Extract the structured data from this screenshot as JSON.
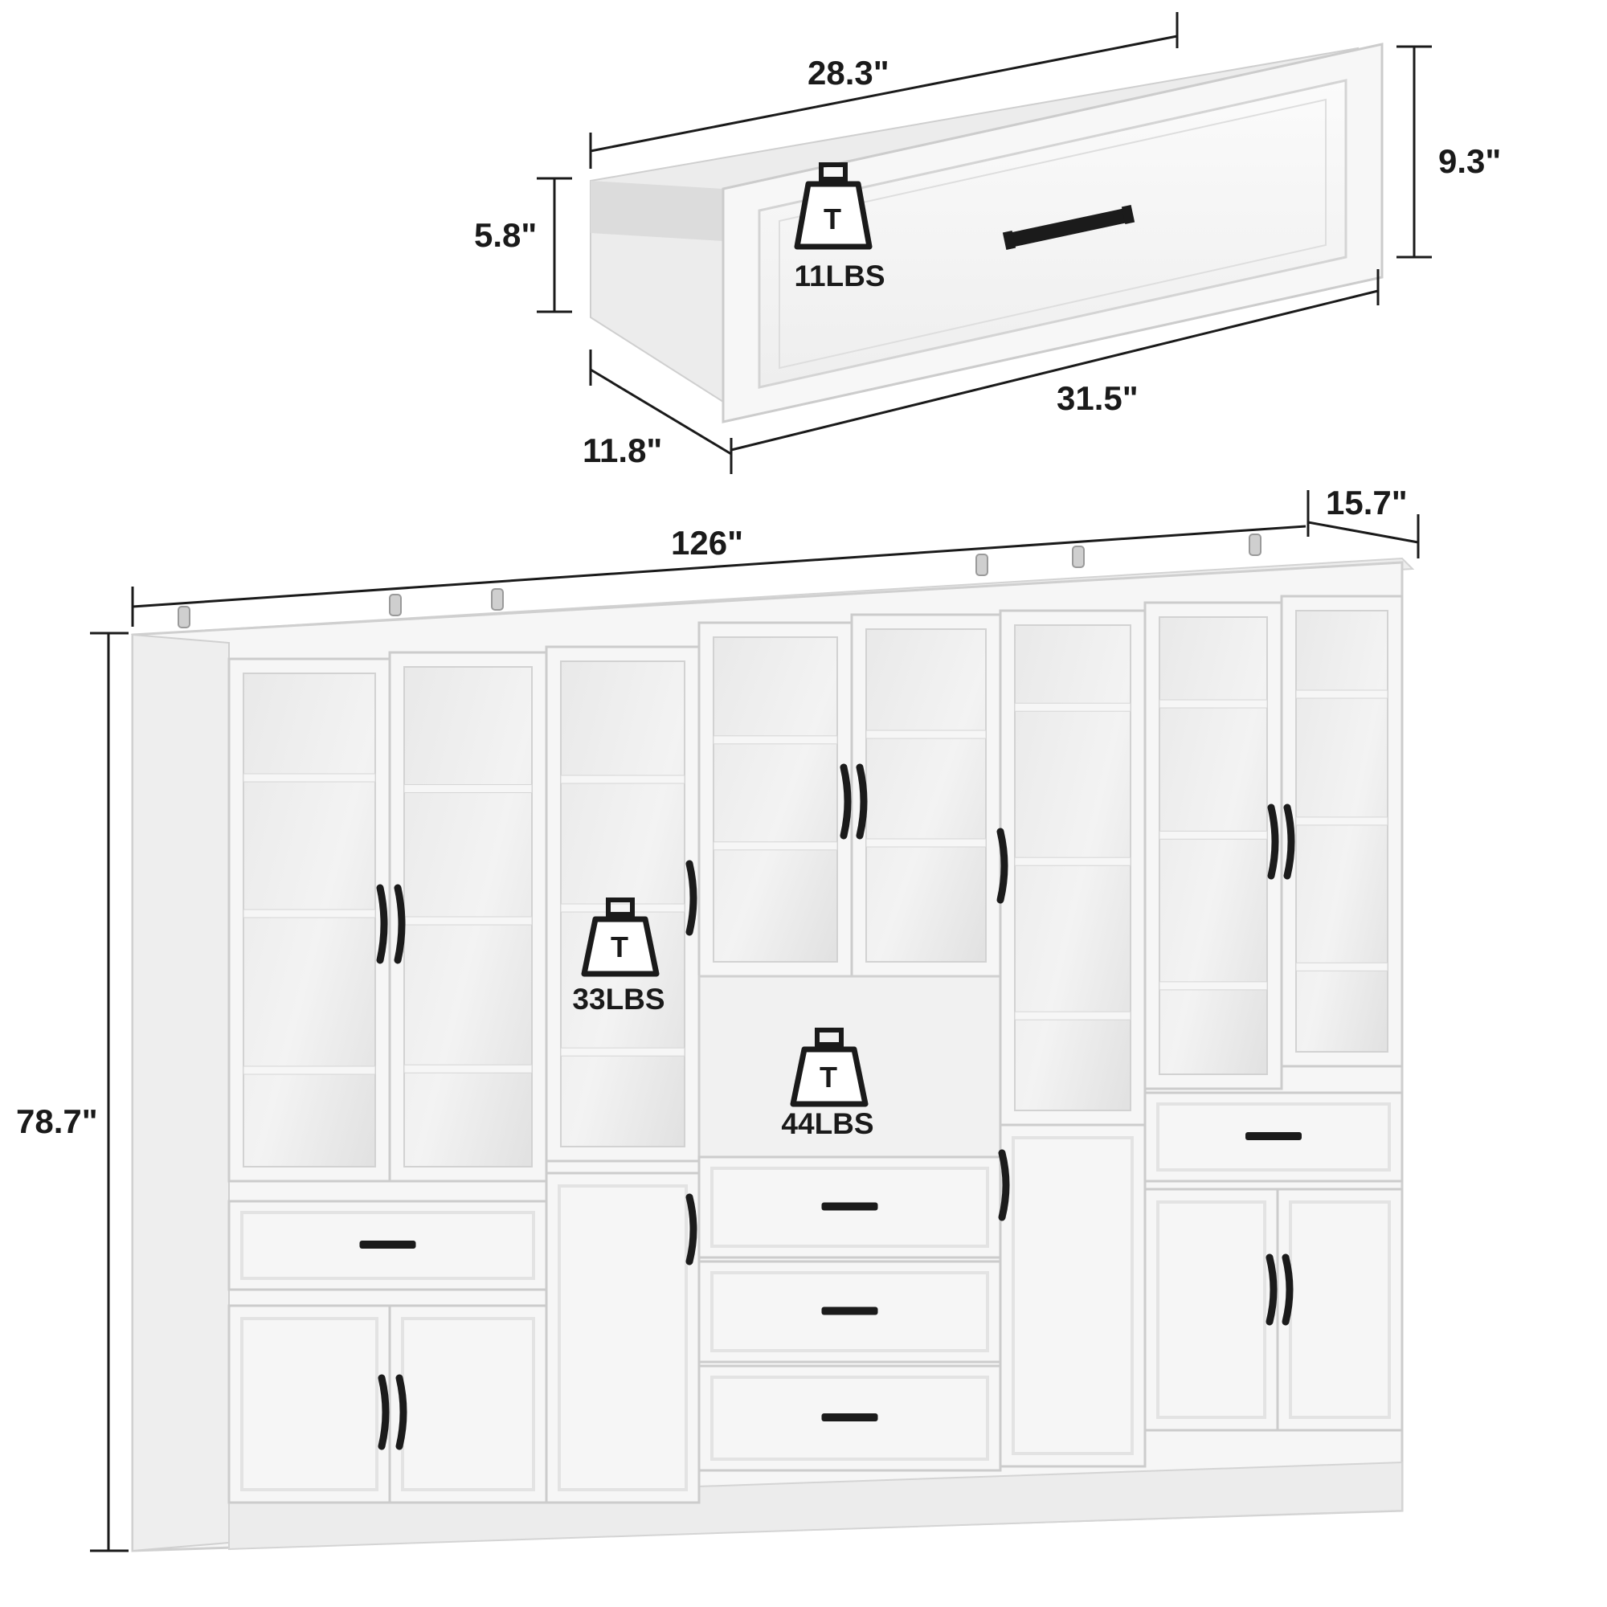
{
  "drawer": {
    "depth_top": "28.3\"",
    "height_front": "9.3\"",
    "height_side": "5.8\"",
    "width_front": "31.5\"",
    "depth_side": "11.8\"",
    "load": "11LBS"
  },
  "cabinet": {
    "width": "126\"",
    "depth": "15.7\"",
    "height": "78.7\"",
    "load_shelf": "33LBS",
    "load_open_shelf": "44LBS"
  },
  "weight_icon_letter": "T",
  "colors": {
    "cabinet": "#f6f6f6",
    "panel_shadow": "#e3e3e3",
    "glass": "#ebebeb",
    "handle": "#1b1b1b",
    "dimension_line": "#1a1a1a"
  }
}
